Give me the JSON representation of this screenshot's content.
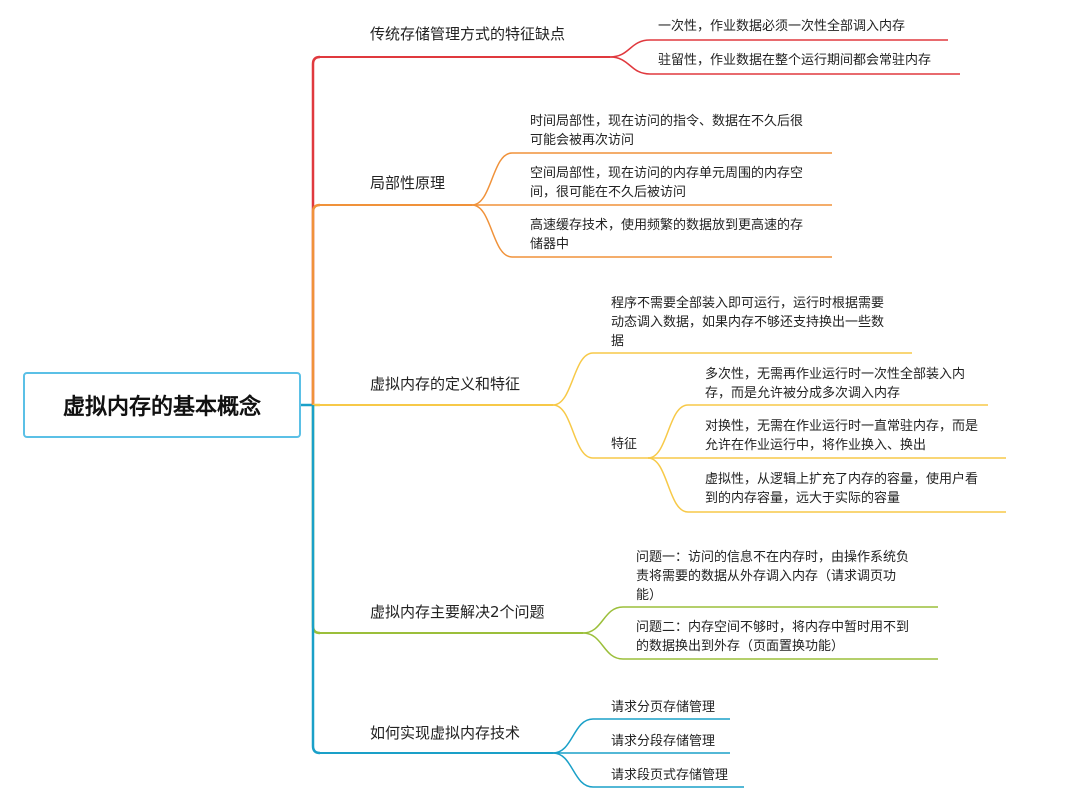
{
  "root": "虚拟内存的基本概念",
  "colors": {
    "red": "#e0393e",
    "orange": "#f0923a",
    "yellow": "#f7c948",
    "green": "#9bbf3a",
    "teal": "#1aa0c8",
    "root_border": "#5bc0e6"
  },
  "branches": [
    {
      "label": "传统存储管理方式的特征缺点",
      "children": [
        {
          "lines": [
            "一次性，作业数据必须一次性全部调入内存"
          ]
        },
        {
          "lines": [
            "驻留性，作业数据在整个运行期间都会常驻内存"
          ]
        }
      ]
    },
    {
      "label": "局部性原理",
      "children": [
        {
          "lines": [
            "时间局部性，现在访问的指令、数据在不久后很",
            "可能会被再次访问"
          ]
        },
        {
          "lines": [
            "空间局部性，现在访问的内存单元周围的内存空",
            "间，很可能在不久后被访问"
          ]
        },
        {
          "lines": [
            "高速缓存技术，使用频繁的数据放到更高速的存",
            "储器中"
          ]
        }
      ]
    },
    {
      "label": "虚拟内存的定义和特征",
      "children": [
        {
          "lines": [
            "程序不需要全部装入即可运行，运行时根据需要",
            "动态调入数据，如果内存不够还支持换出一些数",
            "据"
          ]
        },
        {
          "label": "特征",
          "children": [
            {
              "lines": [
                "多次性，无需再作业运行时一次性全部装入内",
                "存，而是允许被分成多次调入内存"
              ]
            },
            {
              "lines": [
                "对换性，无需在作业运行时一直常驻内存，而是",
                "允许在作业运行中，将作业换入、换出"
              ]
            },
            {
              "lines": [
                "虚拟性，从逻辑上扩充了内存的容量，使用户看",
                "到的内存容量，远大于实际的容量"
              ]
            }
          ]
        }
      ]
    },
    {
      "label": "虚拟内存主要解决2个问题",
      "children": [
        {
          "lines": [
            "问题一：访问的信息不在内存时，由操作系统负",
            "责将需要的数据从外存调入内存（请求调页功",
            "能）"
          ]
        },
        {
          "lines": [
            "问题二：内存空间不够时，将内存中暂时用不到",
            "的数据换出到外存（页面置换功能）"
          ]
        }
      ]
    },
    {
      "label": "如何实现虚拟内存技术",
      "children": [
        {
          "lines": [
            "请求分页存储管理"
          ]
        },
        {
          "lines": [
            "请求分段存储管理"
          ]
        },
        {
          "lines": [
            "请求段页式存储管理"
          ]
        }
      ]
    }
  ]
}
